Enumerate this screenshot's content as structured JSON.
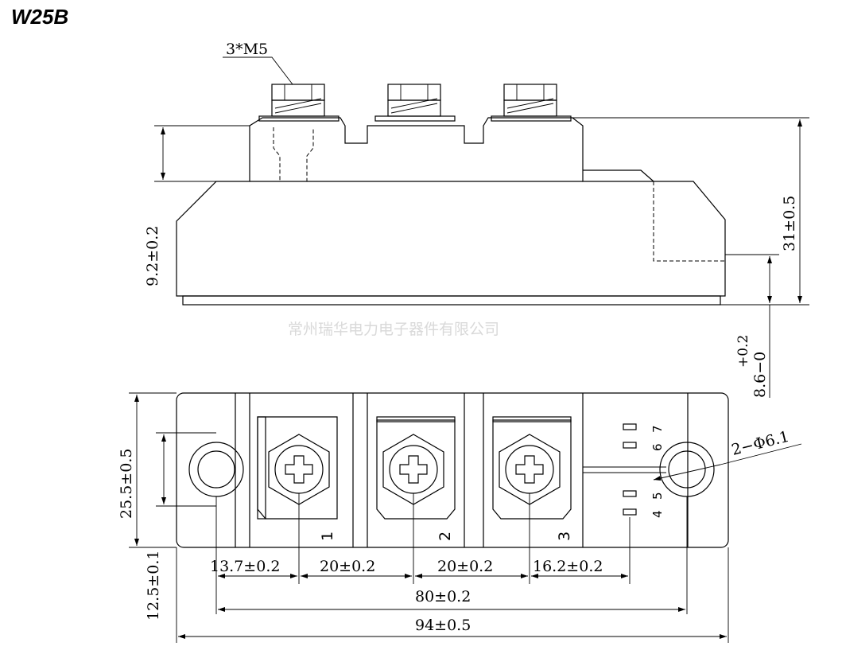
{
  "title": "W25B",
  "watermark": "常州瑞华电力电子器件有限公司",
  "side_view": {
    "screw_label": "3*M5",
    "height_left": "9.2±0.2",
    "height_right": "31±0.5",
    "base_tol_plus": "+0.2",
    "base_dim": "8.6−0"
  },
  "top_view": {
    "terminals": [
      "1",
      "2",
      "3"
    ],
    "aux_pins": [
      "7",
      "6",
      "5",
      "4"
    ],
    "hole_label": "2−Φ6.1",
    "width_dim": "25.5±0.5",
    "offset_dim": "12.5±0.1",
    "span1": "13.7±0.2",
    "span2": "20±0.2",
    "span3": "20±0.2",
    "span4": "16.2±0.2",
    "mount_pitch": "80±0.2",
    "overall_length": "94±0.5"
  }
}
